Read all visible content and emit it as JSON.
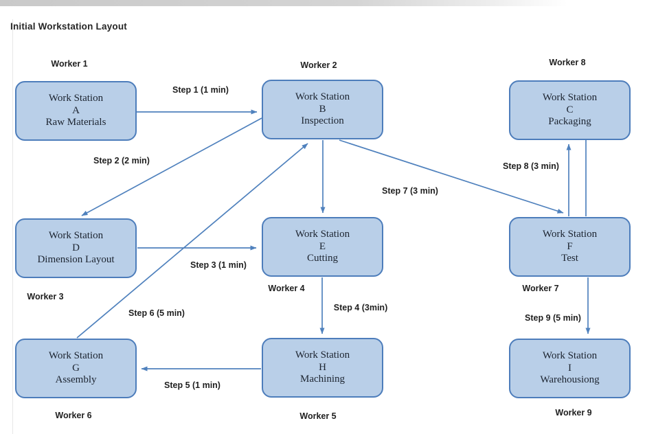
{
  "title": "Initial Workstation Layout",
  "stations": [
    {
      "id": "A",
      "name": "Work Station",
      "letter": "A",
      "function": "Raw Materials",
      "worker": "Worker 1"
    },
    {
      "id": "B",
      "name": "Work Station",
      "letter": "B",
      "function": "Inspection",
      "worker": "Worker 2"
    },
    {
      "id": "C",
      "name": "Work Station",
      "letter": "C",
      "function": "Packaging",
      "worker": "Worker 8"
    },
    {
      "id": "D",
      "name": "Work Station",
      "letter": "D",
      "function": "Dimension Layout",
      "worker": "Worker 3"
    },
    {
      "id": "E",
      "name": "Work Station",
      "letter": "E",
      "function": "Cutting",
      "worker": "Worker 4"
    },
    {
      "id": "F",
      "name": "Work Station",
      "letter": "F",
      "function": "Test",
      "worker": "Worker 7"
    },
    {
      "id": "G",
      "name": "Work Station",
      "letter": "G",
      "function": "Assembly",
      "worker": "Worker 6"
    },
    {
      "id": "H",
      "name": "Work Station",
      "letter": "H",
      "function": "Machining",
      "worker": "Worker 5"
    },
    {
      "id": "I",
      "name": "Work Station",
      "letter": "I",
      "function": "Warehousiong",
      "worker": "Worker 9"
    }
  ],
  "steps": [
    {
      "label": "Step 1 (1 min)",
      "from": "A",
      "to": "B"
    },
    {
      "label": "Step 2 (2 min)",
      "from": "B",
      "to": "D"
    },
    {
      "label": "Step 3 (1 min)",
      "from": "D",
      "to": "E"
    },
    {
      "label": "Step 4 (3min)",
      "from": "E",
      "to": "H"
    },
    {
      "label": "Step 5 (1 min)",
      "from": "H",
      "to": "G"
    },
    {
      "label": "Step 6 (5 min)",
      "from": "G",
      "to": "B"
    },
    {
      "label": "Step 7 (3 min)",
      "from": "B",
      "to": "F"
    },
    {
      "label": "Step 8 (3 min)",
      "from": "F",
      "to": "C"
    },
    {
      "label": "Step 9 (5 min)",
      "from": "F",
      "to": "I"
    }
  ],
  "unlabeled_connections": [
    {
      "from": "B",
      "to": "E",
      "label": ""
    },
    {
      "from": "C",
      "to": "F",
      "label": ""
    }
  ],
  "colors": {
    "box_fill": "#b9cfe8",
    "box_border": "#4d7dbb",
    "arrow": "#4f81bd",
    "station_text": "#1c2430",
    "label_color": "#1f1f1f"
  }
}
